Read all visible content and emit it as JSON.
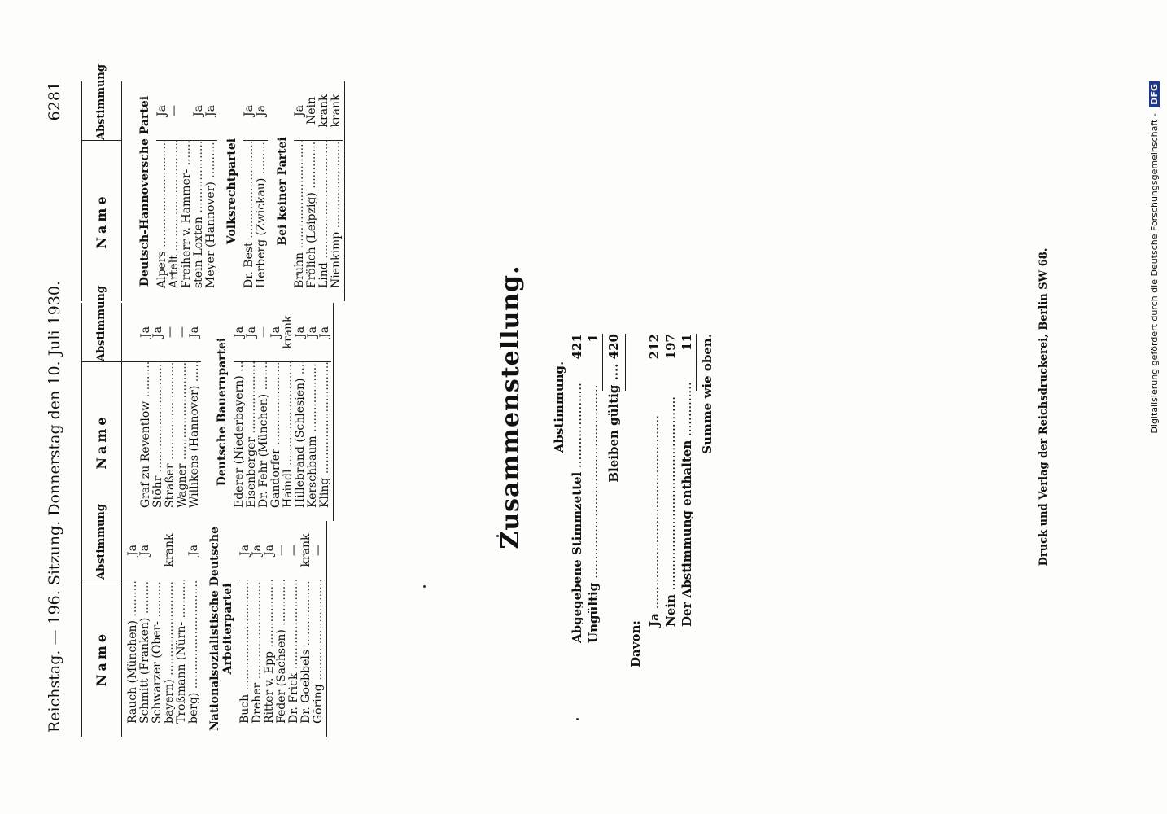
{
  "header": {
    "left": "Reichstag. — 196. Sitzung. Donnerstag den 10. Juli 1930.",
    "page_number": "6281"
  },
  "table_headers": {
    "name": "Name",
    "vote": "Abstimmung"
  },
  "col1": {
    "rows_a": [
      {
        "name": "Rauch (München)",
        "vote": "Ja"
      },
      {
        "name": "Schmitt (Franken)",
        "vote": "Ja"
      },
      {
        "name": "Schwarzer (Ober-",
        "vote": ""
      },
      {
        "name": "    bayern)",
        "vote": "krank"
      },
      {
        "name": "Troßmann (Nürn-",
        "vote": ""
      },
      {
        "name": "    berg)",
        "vote": "Ja"
      }
    ],
    "section_b": "Nationalsozialistische Deutsche Arbeiterpartei",
    "rows_b": [
      {
        "name": "Buch",
        "vote": "Ja"
      },
      {
        "name": "Dreher",
        "vote": "Ja"
      },
      {
        "name": "Ritter v. Epp",
        "vote": "Ja"
      },
      {
        "name": "Feder (Sachsen)",
        "vote": "—"
      },
      {
        "name": "Dr. Frick",
        "vote": "—"
      },
      {
        "name": "Dr. Goebbels",
        "vote": "krank"
      },
      {
        "name": "Göring",
        "vote": "—"
      }
    ]
  },
  "col2": {
    "rows_a": [
      {
        "name": "Graf zu Reventlow",
        "vote": "Ja"
      },
      {
        "name": "Stöhr",
        "vote": "Ja"
      },
      {
        "name": "Straßer",
        "vote": "—"
      },
      {
        "name": "Wagner",
        "vote": "—"
      },
      {
        "name": "Willikens (Hannover)",
        "vote": "Ja"
      }
    ],
    "section_b": "Deutsche Bauernpartei",
    "rows_b": [
      {
        "name": "Ederer (Niederbayern)",
        "vote": "Ja"
      },
      {
        "name": "Eisenberger",
        "vote": "Ja"
      },
      {
        "name": "Dr. Fehr (München)",
        "vote": "—"
      },
      {
        "name": "Gandorfer",
        "vote": "Ja"
      },
      {
        "name": "Haindl",
        "vote": "krank"
      },
      {
        "name": "Hillebrand (Schlesien)",
        "vote": "Ja"
      },
      {
        "name": "Kerschbaum",
        "vote": "Ja"
      },
      {
        "name": "Kling",
        "vote": "Ja"
      }
    ]
  },
  "col3": {
    "section_a": "Deutsch-Hannoversche Partei",
    "rows_a": [
      {
        "name": "Alpers",
        "vote": "Ja"
      },
      {
        "name": "Artelt",
        "vote": "—"
      },
      {
        "name": "Freiherr v. Hammer-",
        "vote": ""
      },
      {
        "name": "    stein-Loxten",
        "vote": "Ja"
      },
      {
        "name": "Meyer (Hannover)",
        "vote": "Ja"
      }
    ],
    "section_b": "Volksrechtpartei",
    "rows_b": [
      {
        "name": "Dr. Best",
        "vote": "Ja"
      },
      {
        "name": "Herberg (Zwickau)",
        "vote": "Ja"
      }
    ],
    "section_c": "Bei keiner Partei",
    "rows_c": [
      {
        "name": "Bruhn",
        "vote": "Ja"
      },
      {
        "name": "Frölich (Leipzig)",
        "vote": "Nein"
      },
      {
        "name": "Lind",
        "vote": "krank"
      },
      {
        "name": "Nienkimp",
        "vote": "krank"
      }
    ]
  },
  "summary": {
    "title": "Zusammenstellung.",
    "subtitle": "Abstimmung.",
    "abgegebene_label": "Abgegebene Stimmzettel",
    "abgegebene_value": "421",
    "ungueltig_label": "Ungültig",
    "ungueltig_value": "1",
    "bleiben_label": "Bleiben gültig",
    "bleiben_value": "420",
    "davon_label": "Davon:",
    "ja_label": "Ja",
    "ja_value": "212",
    "nein_label": "Nein",
    "nein_value": "197",
    "enthalten_label": "Der Abstimmung enthalten",
    "enthalten_value": "11",
    "summe_label": "Summe wie oben."
  },
  "footer": "Druck und Verlag der Reichsdruckerei, Berlin SW 68.",
  "digitization": "Digitalisierung gefördert durch die Deutsche Forschungsgemeinschaft -",
  "dfg_logo": "DFG"
}
